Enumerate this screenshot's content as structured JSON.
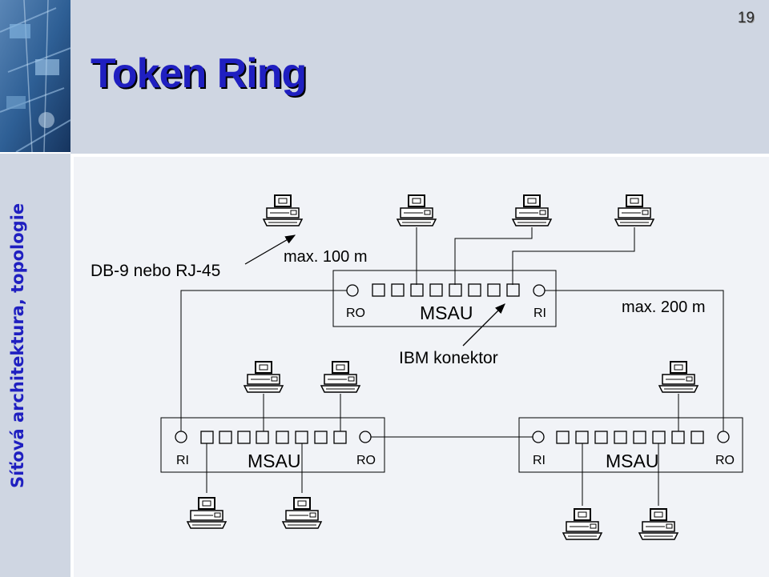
{
  "slide": {
    "title": "Token Ring",
    "page_number": "19",
    "side_title": "Síťová architektura, topologie",
    "accent_color": "#1f1fc0"
  },
  "labels": {
    "connector_types": "DB-9 nebo RJ-45",
    "max_lobe": "max. 100 m",
    "max_ring": "max. 200 m",
    "ibm_connector": "IBM konektor"
  },
  "msau_units": [
    {
      "name": "MSAU",
      "left_port": "RO",
      "right_port": "RI"
    },
    {
      "name": "MSAU",
      "left_port": "RI",
      "right_port": "RO"
    },
    {
      "name": "MSAU",
      "left_port": "RI",
      "right_port": "RO"
    }
  ]
}
